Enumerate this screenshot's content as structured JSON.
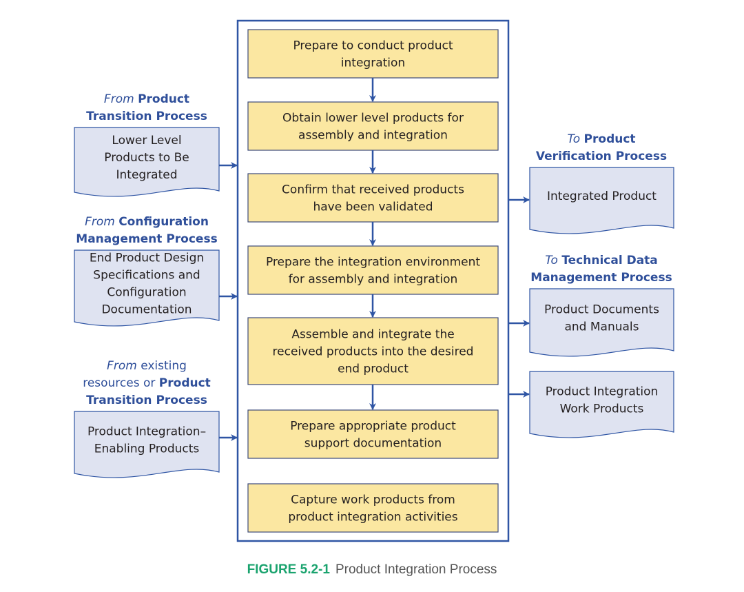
{
  "colors": {
    "frame": "#2f55a4",
    "step_fill": "#fbe7a1",
    "step_border": "#3c4a7a",
    "doc_fill": "#dfe3f1",
    "doc_border": "#2f55a4",
    "arrow": "#2f55a4",
    "header_text": "#2f4f9a",
    "figure_label": "#1aa36e",
    "caption_text": "#555555"
  },
  "steps": [
    {
      "lines": [
        "Prepare to conduct product",
        "integration"
      ]
    },
    {
      "lines": [
        "Obtain lower level products for",
        "assembly and integration"
      ]
    },
    {
      "lines": [
        "Confirm that received products",
        "have been validated"
      ]
    },
    {
      "lines": [
        "Prepare the integration environment",
        "for assembly and integration"
      ]
    },
    {
      "lines": [
        "Assemble and integrate the",
        "received products into the desired",
        "end product"
      ]
    },
    {
      "lines": [
        "Prepare appropriate product",
        "support documentation"
      ]
    },
    {
      "lines": [
        "Capture work products from",
        "product integration activities"
      ]
    }
  ],
  "inputs": [
    {
      "header": [
        [
          {
            "t": "From ",
            "s": "it"
          },
          {
            "t": "Product",
            "s": "b"
          }
        ],
        [
          {
            "t": "Transition Process",
            "s": "b"
          }
        ]
      ],
      "lines": [
        "Lower Level",
        "Products to Be",
        "Integrated"
      ]
    },
    {
      "header": [
        [
          {
            "t": "From ",
            "s": "it"
          },
          {
            "t": "Configuration",
            "s": "b"
          }
        ],
        [
          {
            "t": "Management Process",
            "s": "b"
          }
        ]
      ],
      "lines": [
        "End Product Design",
        "Specifications and",
        "Configuration",
        "Documentation"
      ]
    },
    {
      "header": [
        [
          {
            "t": "From ",
            "s": "it"
          },
          {
            "t": "existing",
            "s": "n"
          }
        ],
        [
          {
            "t": "resources or ",
            "s": "n"
          },
          {
            "t": "Product",
            "s": "b"
          }
        ],
        [
          {
            "t": "Transition Process",
            "s": "b"
          }
        ]
      ],
      "lines": [
        "Product Integration–",
        "Enabling Products"
      ]
    }
  ],
  "outputs": [
    {
      "header": [
        [
          {
            "t": "To ",
            "s": "it"
          },
          {
            "t": "Product",
            "s": "b"
          }
        ],
        [
          {
            "t": "Verification Process",
            "s": "b"
          }
        ]
      ],
      "lines": [
        "Integrated Product"
      ]
    },
    {
      "header": [
        [
          {
            "t": "To ",
            "s": "it"
          },
          {
            "t": "Technical Data",
            "s": "b"
          }
        ],
        [
          {
            "t": "Management Process",
            "s": "b"
          }
        ]
      ],
      "lines": [
        "Product Documents",
        "and Manuals"
      ]
    },
    {
      "header": [],
      "lines": [
        "Product Integration",
        "Work Products"
      ]
    }
  ],
  "caption": {
    "figure_label": "FIGURE 5.2-1",
    "title": "Product Integration Process"
  }
}
